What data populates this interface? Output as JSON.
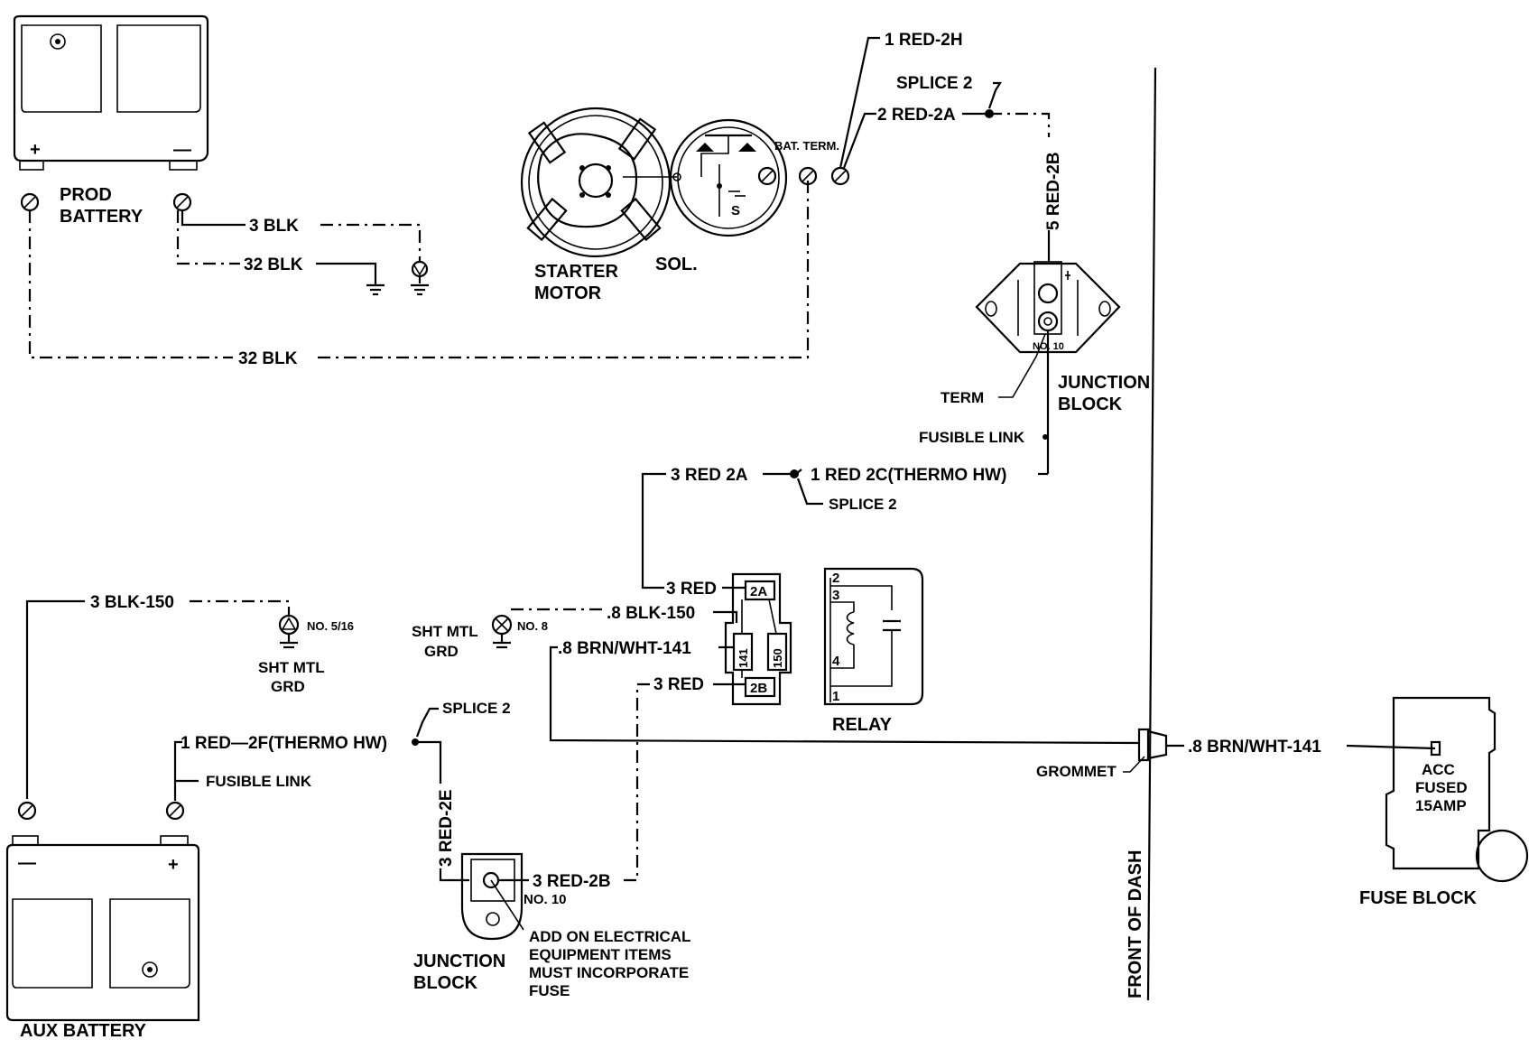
{
  "labels": {
    "prod_battery_l1": "PROD",
    "prod_battery_l2": "BATTERY",
    "w_3blk": "3 BLK",
    "w_32blk_a": "32 BLK",
    "w_32blk_b": "32 BLK",
    "starter_l1": "STARTER",
    "starter_l2": "MOTOR",
    "sol": "SOL.",
    "bat_term": "BAT. TERM.",
    "w_1red2h": "1 RED-2H",
    "splice2_top": "SPLICE 2",
    "w_2red2a": "2 RED-2A",
    "w_5red2b": "5 RED-2B",
    "jb_top_l1": "JUNCTION",
    "jb_top_l2": "BLOCK",
    "jb_no10_top": "NO. 10",
    "term": "TERM",
    "fusible_link_top": "FUSIBLE LINK",
    "w_3red2a": "3 RED 2A",
    "w_1red2c": "1 RED 2C(THERMO HW)",
    "splice2_mid": "SPLICE 2",
    "w_3red_a": "3 RED",
    "w_8blk150": ".8 BLK-150",
    "w_8brn_a": ".8 BRN/WHT-141",
    "w_3red_b": "3 RED",
    "conn_2a": "2A",
    "conn_141": "141",
    "conn_150": "150",
    "conn_2b": "2B",
    "relay_p2": "2",
    "relay_p3": "3",
    "relay_p4": "4",
    "relay_p1": "1",
    "relay": "RELAY",
    "sht_mtl_a_l1": "SHT MTL",
    "sht_mtl_a_l2": "GRD",
    "no8": "NO. 8",
    "w_3blk150": "3 BLK-150",
    "no516": "NO. 5/16",
    "sht_mtl_b_l1": "SHT MTL",
    "sht_mtl_b_l2": "GRD",
    "splice2_low": "SPLICE 2",
    "w_1red2f": "1 RED—2F(THERMO HW)",
    "fusible_link_low": "FUSIBLE LINK",
    "w_3red2e": "3 RED-2E",
    "w_3red2b": "3 RED-2B",
    "no10_low": "NO. 10",
    "jb_low_l1": "JUNCTION",
    "jb_low_l2": "BLOCK",
    "note_l1": "ADD ON ELECTRICAL",
    "note_l2": "EQUIPMENT ITEMS",
    "note_l3": "MUST INCORPORATE",
    "note_l4": "FUSE",
    "aux_battery": "AUX BATTERY",
    "grommet": "GROMMET",
    "front_of_dash": "FRONT OF DASH",
    "w_8brn_b": ".8 BRN/WHT-141",
    "acc_l1": "ACC",
    "acc_l2": "FUSED",
    "acc_l3": "15AMP",
    "fuse_block": "FUSE BLOCK",
    "plus_prod": "+",
    "minus_prod": "—",
    "plus_aux": "+",
    "minus_aux": "—",
    "sol_s": "S"
  }
}
